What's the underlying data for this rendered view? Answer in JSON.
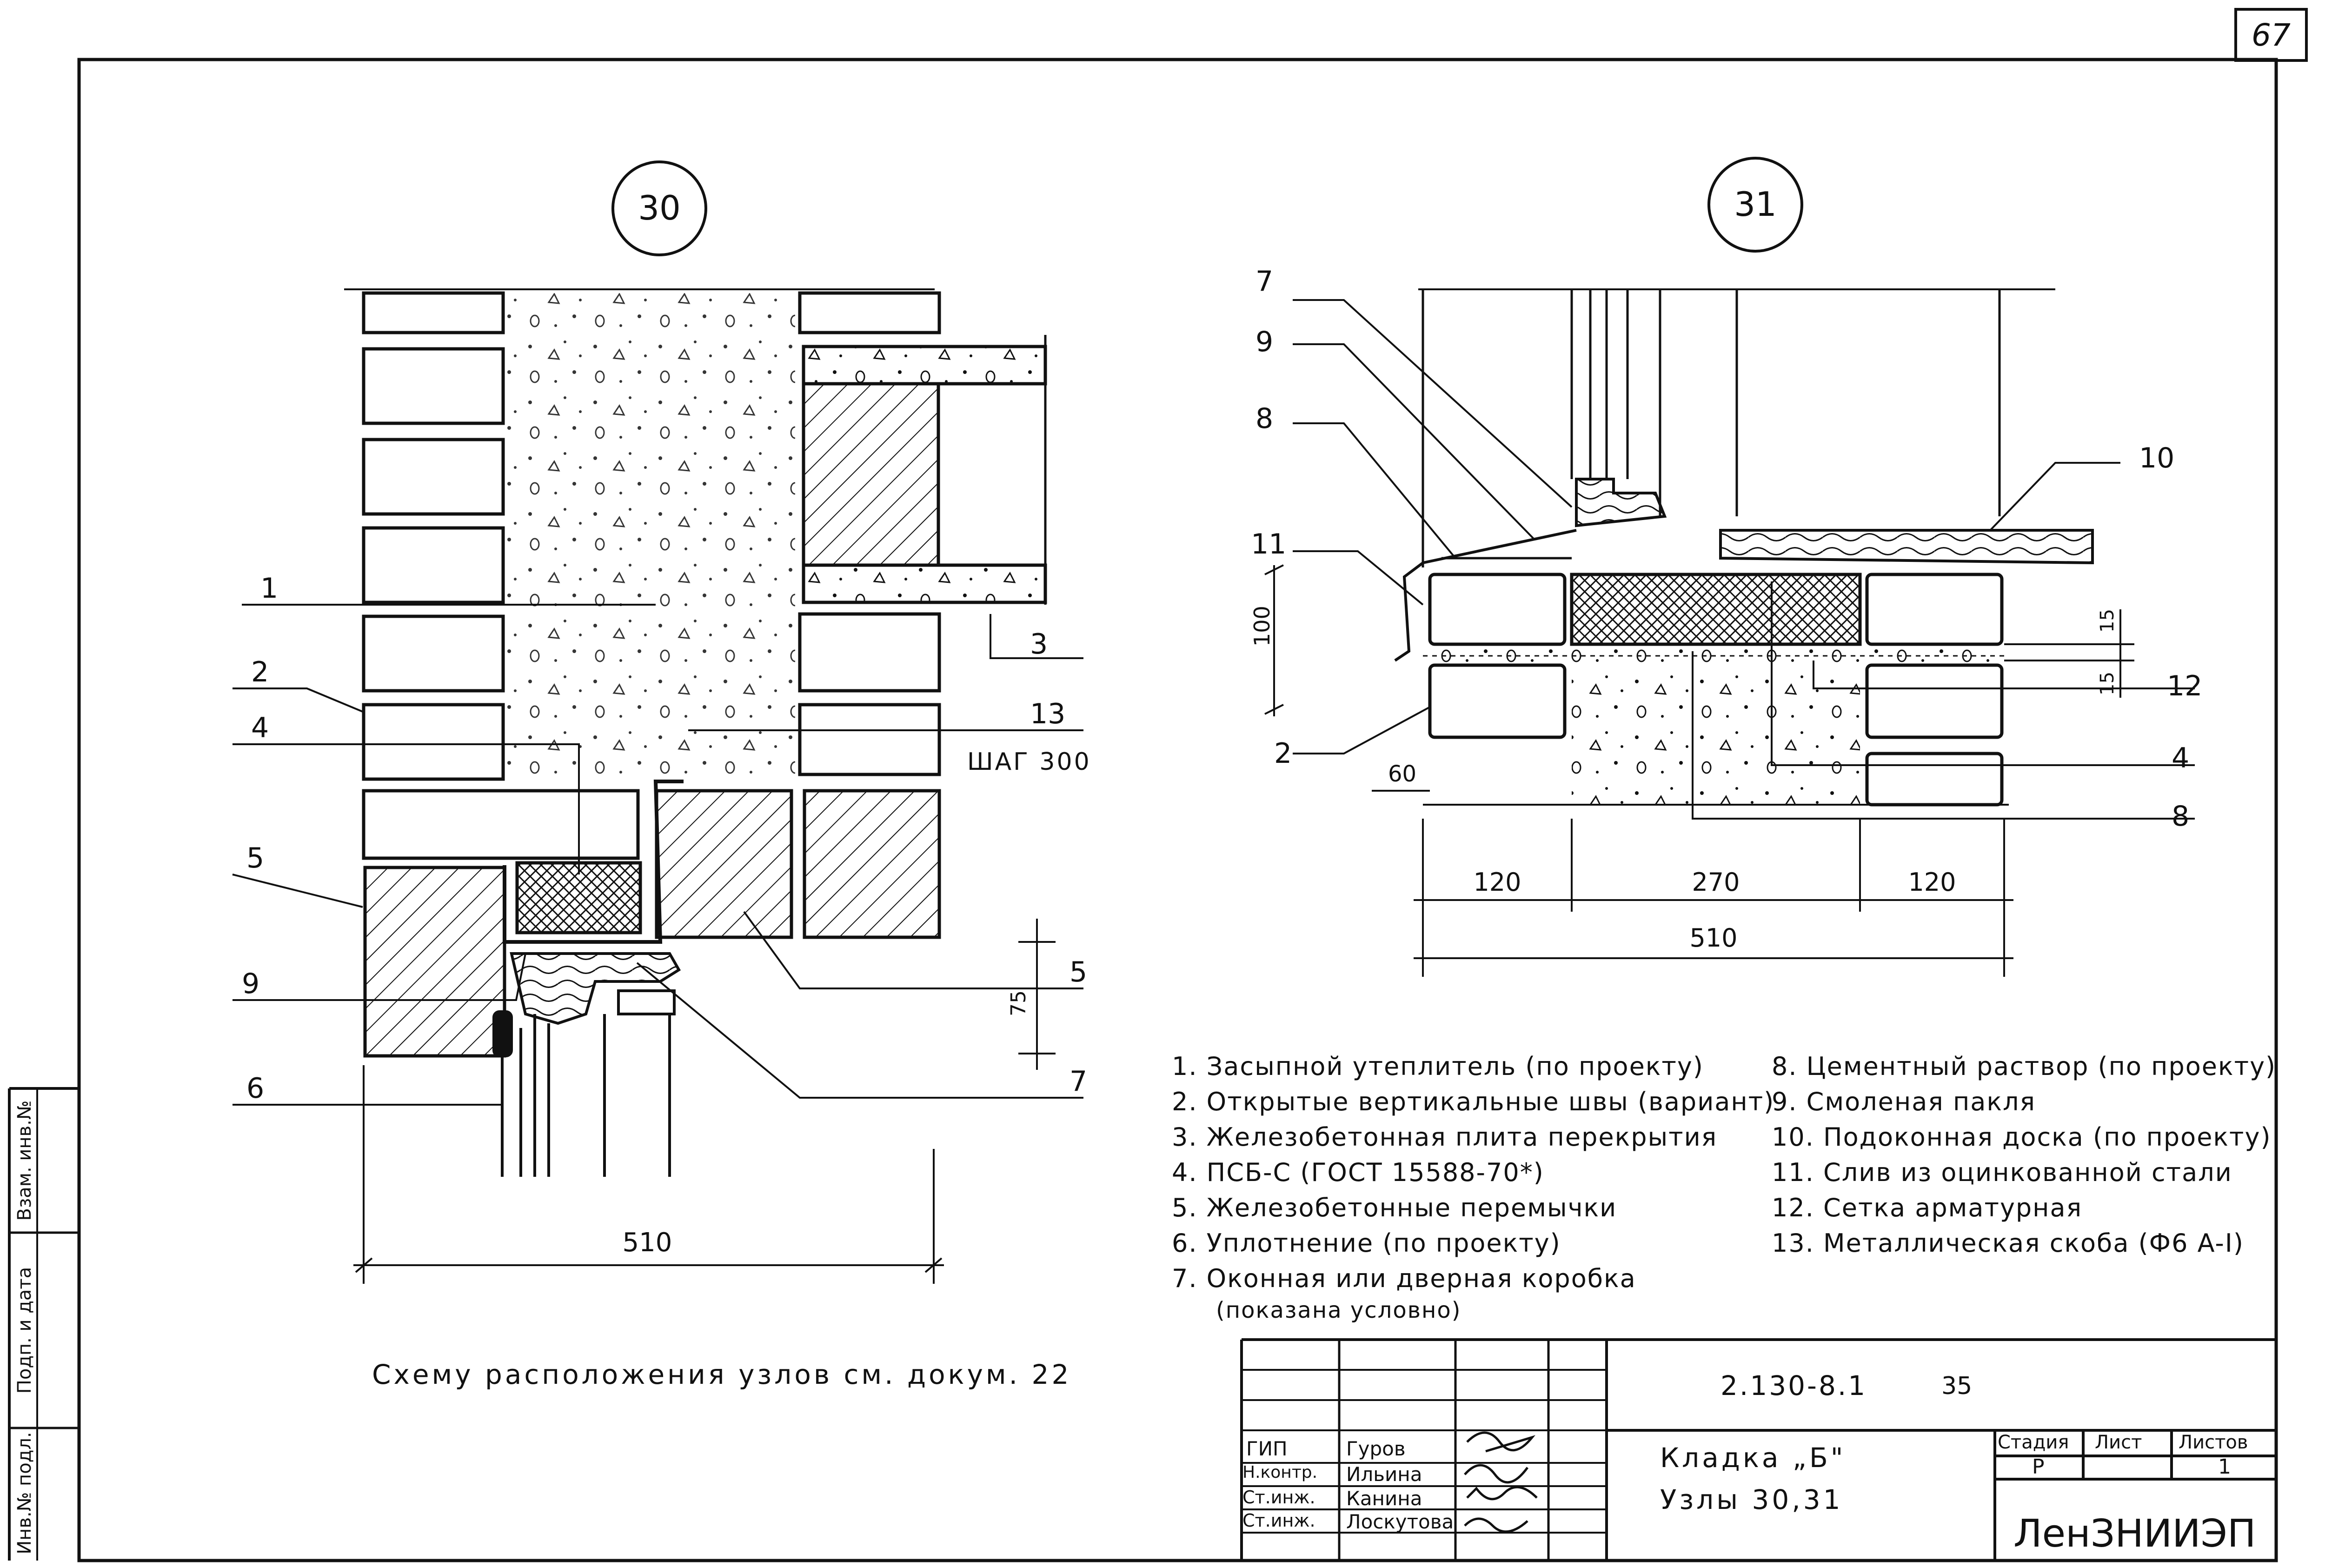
{
  "page_number": "67",
  "node_30": "30",
  "node_31": "31",
  "callouts_30": {
    "c1": "1",
    "c2": "2",
    "c4": "4",
    "c13": "13",
    "step": "ШАГ 300",
    "c3": "3",
    "c5a": "5",
    "c9": "9",
    "c6": "6",
    "c5b": "5",
    "c7": "7",
    "dim75": "75",
    "dim510": "510"
  },
  "callouts_31": {
    "c7": "7",
    "c9": "9",
    "c8a": "8",
    "c10": "10",
    "c11": "11",
    "c2": "2",
    "c12": "12",
    "c4": "4",
    "c8b": "8",
    "dim100": "100",
    "dim60": "60",
    "dim15a": "15",
    "dim15b": "15",
    "dim120a": "120",
    "dim270": "270",
    "dim120b": "120",
    "dim510": "510"
  },
  "legend_left": [
    "1. Засыпной утеплитель (по проекту)",
    "2. Открытые вертикальные швы (вариант)",
    "3. Железобетонная плита перекрытия",
    "4. ПСБ-С (ГОСТ 15588-70*)",
    "5. Железобетонные перемычки",
    "6. Уплотнение (по проекту)",
    "7. Оконная или дверная коробка",
    "(показана условно)"
  ],
  "legend_right": [
    "8. Цементный раствор (по проекту)",
    "9. Смоленая пакля",
    "10. Подоконная доска (по проекту)",
    "11. Слив из оцинкованной стали",
    "12. Сетка арматурная",
    "13. Металлическая скоба (Ф6 A-I)"
  ],
  "scheme_note": "Схему расположения узлов см. докум. 22",
  "side_stamp": {
    "a": "Инв.№ подл.",
    "b": "Подп. и дата",
    "c": "Взам. инв.№"
  },
  "title_block": {
    "doc_code": "2.130-8.1",
    "doc_num": "35",
    "title_line1": "Кладка „Б\"",
    "title_line2": "Узлы 30,31",
    "stage_h": "Стадия",
    "sheet_h": "Лист",
    "sheets_h": "Листов",
    "stage_v": "Р",
    "sheets_v": "1",
    "org": "ЛенЗНИИЭП",
    "people": [
      {
        "role": "ГИП",
        "name": "Гуров"
      },
      {
        "role": "Н.контр.",
        "name": "Ильина"
      },
      {
        "role": "Ст.инж.",
        "name": "Канина"
      },
      {
        "role": "Ст.инж.",
        "name": "Лоскутова"
      }
    ]
  }
}
